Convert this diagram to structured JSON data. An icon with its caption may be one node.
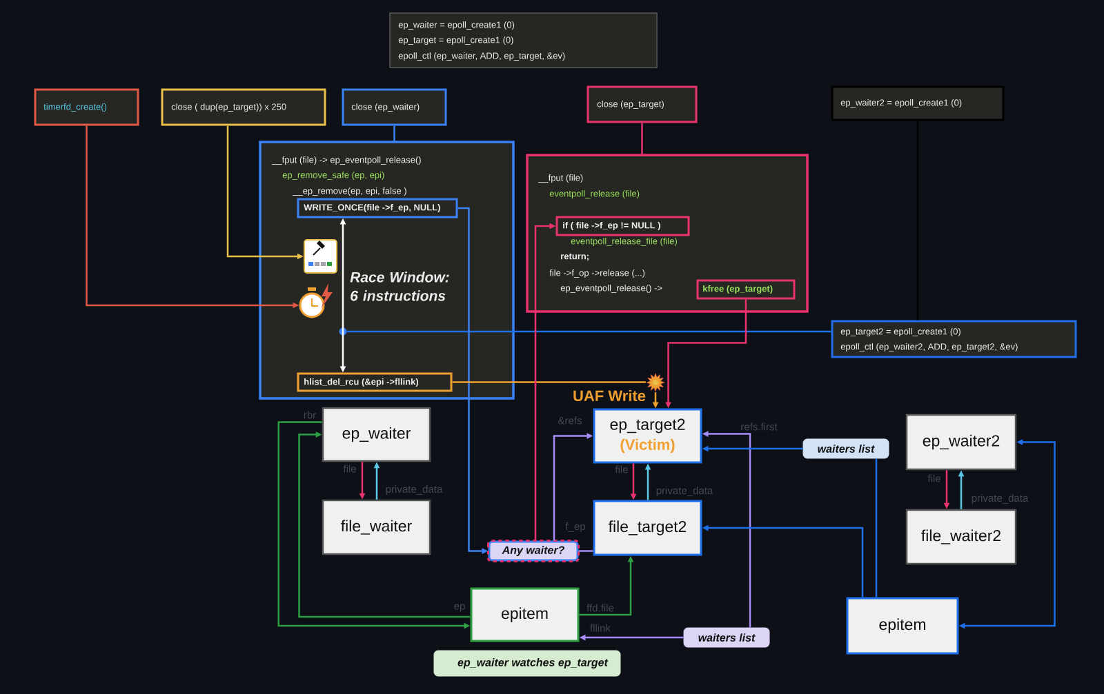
{
  "diagram": {
    "nodes": [
      {
        "text": [
          "ep_waiter = epoll_create1 (0)",
          "ep_target = epoll_create1 (0)",
          "epoll_ctl (ep_waiter, ADD, ep_target, &ev)"
        ]
      },
      {
        "text": [
          "timerfd_create()"
        ]
      },
      {
        "text": [
          "close ( dup(ep_target)) x 250"
        ]
      },
      {
        "text": [
          "close (ep_waiter)"
        ]
      },
      {
        "text": [
          "close (ep_target)"
        ]
      },
      {
        "text": [
          "ep_waiter2 = epoll_create1 (0)"
        ]
      },
      {
        "text": [
          "__fput (file) -> ep_eventpoll_release()",
          "ep_remove_safe (ep, epi)",
          "__ep_remove(ep, epi, false )",
          "Race Window: 6 instructions"
        ]
      },
      {
        "text": [
          "WRITE_ONCE(file ->f_ep, NULL)"
        ],
        "in": 6
      },
      {
        "text": [],
        "shape": "picture",
        "in": 6
      },
      {
        "text": [],
        "shape": "picture",
        "in": 6
      },
      {
        "text": [
          "hlist_del_rcu (&epi ->fllink)"
        ],
        "in": 6
      },
      {
        "text": [
          "__fput (file)",
          "eventpoll_release (file)",
          "eventpoll_release_file (file)",
          "return;",
          "file ->f_op ->release (...)",
          "ep_eventpoll_release() ->"
        ]
      },
      {
        "text": [
          "if ( file ->f_ep != NULL )"
        ],
        "in": 11
      },
      {
        "text": [
          "kfree (ep_target)"
        ],
        "in": 11
      },
      {
        "text": [
          "ep_target2 = epoll_create1 (0)",
          "epoll_ctl (ep_waiter2, ADD, ep_target2, &ev)"
        ]
      },
      {
        "text": [
          "ep_waiter"
        ]
      },
      {
        "text": [
          "file_waiter"
        ]
      },
      {
        "text": [
          "ep_target2",
          "(Victim)"
        ]
      },
      {
        "text": [
          "file_target2"
        ]
      },
      {
        "text": [
          "Any waiter?"
        ]
      },
      {
        "text": [
          "epitem"
        ]
      },
      {
        "text": [
          "ep_waiter watches ep_target"
        ]
      },
      {
        "text": [
          "waiters list"
        ]
      },
      {
        "text": [
          "waiters list"
        ]
      },
      {
        "text": [
          "ep_waiter2"
        ]
      },
      {
        "text": [
          "file_waiter2"
        ]
      },
      {
        "text": [
          "epitem"
        ]
      },
      {
        "text": [],
        "shape": "picture"
      },
      {
        "text": [],
        "shape": "circle",
        "in": 6
      }
    ],
    "edges": [
      {
        "from": 1,
        "to": 9,
        "arrow": "to",
        "color": "#e05a47"
      },
      {
        "from": 2,
        "to": 8,
        "arrow": "to",
        "color": "#e8c04a"
      },
      {
        "from": 3,
        "to": 6,
        "arrow": "none",
        "color": "#3b82f6"
      },
      {
        "from": 4,
        "to": 11,
        "arrow": "none",
        "color": "#e8336e"
      },
      {
        "from": 5,
        "to": 14,
        "arrow": "none",
        "color": "#000000"
      },
      {
        "from": 7,
        "to": 10,
        "arrow": "both",
        "color": "#ffffff"
      },
      {
        "from": 28,
        "to": 14,
        "arrow": "none",
        "color": "#1f6feb"
      },
      {
        "from": 7,
        "to": 19,
        "arrow": "to",
        "color": "#3b82f6"
      },
      {
        "from": 10,
        "to": 27,
        "arrow": "none",
        "color": "#f0a030"
      },
      {
        "from": 27,
        "to": 17,
        "arrow": "to",
        "label": "UAF Write",
        "color": "#f0a030"
      },
      {
        "from": 13,
        "to": 17,
        "arrow": "to",
        "color": "#e8336e"
      },
      {
        "from": 19,
        "to": 12,
        "arrow": "to",
        "color": "#e8336e"
      },
      {
        "from": 18,
        "to": 19,
        "arrow": "none",
        "label": "f_ep",
        "color": "#a78bfa"
      },
      {
        "from": 19,
        "to": 17,
        "arrow": "to",
        "label": "&refs",
        "color": "#a78bfa"
      },
      {
        "from": 22,
        "to": 17,
        "arrow": "to",
        "label": "refs.first",
        "color": "#a78bfa"
      },
      {
        "from": 22,
        "to": 20,
        "arrow": "to",
        "label": "fllink",
        "color": "#a78bfa"
      },
      {
        "from": 23,
        "to": 17,
        "arrow": "to",
        "color": "#1f6feb"
      },
      {
        "from": 26,
        "to": 23,
        "arrow": "none",
        "color": "#1f6feb"
      },
      {
        "from": 26,
        "to": 18,
        "arrow": "to",
        "color": "#1f6feb"
      },
      {
        "from": 26,
        "to": 24,
        "arrow": "both",
        "color": "#1f6feb"
      },
      {
        "from": 15,
        "to": 20,
        "arrow": "to",
        "label": "rbr",
        "color": "#2ea043"
      },
      {
        "from": 20,
        "to": 15,
        "arrow": "to",
        "label": "ep",
        "color": "#2ea043"
      },
      {
        "from": 20,
        "to": 18,
        "arrow": "to",
        "label": "ffd.file",
        "color": "#2ea043"
      },
      {
        "from": 15,
        "to": 16,
        "arrow": "to",
        "label": "file",
        "color": "#e8336e"
      },
      {
        "from": 16,
        "to": 15,
        "arrow": "to",
        "label": "private_data",
        "color": "#5bc8e8"
      },
      {
        "from": 17,
        "to": 18,
        "arrow": "to",
        "label": "file",
        "color": "#e8336e"
      },
      {
        "from": 18,
        "to": 17,
        "arrow": "to",
        "label": "private_data",
        "color": "#5bc8e8"
      },
      {
        "from": 24,
        "to": 25,
        "arrow": "to",
        "label": "file",
        "color": "#e8336e"
      },
      {
        "from": 25,
        "to": 24,
        "arrow": "to",
        "label": "private_data",
        "color": "#5bc8e8"
      }
    ]
  }
}
